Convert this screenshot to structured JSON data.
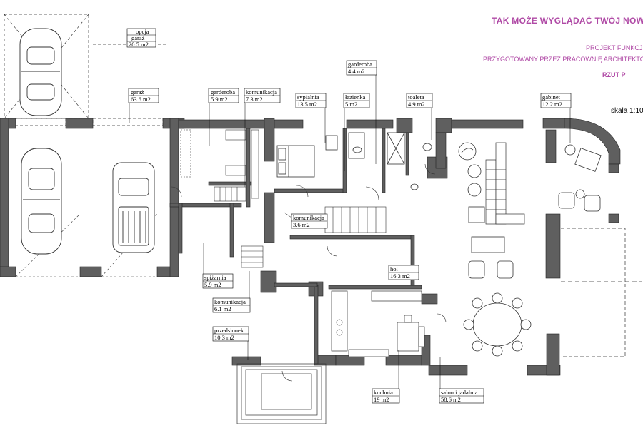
{
  "header": {
    "title": "TAK MOŻE WYGLĄDAĆ TWÓJ NOWY",
    "line1": "PROJEKT FUNKCJ",
    "line2": "PRZYGOTOWANY PRZEZ PRACOWNIĘ ARCHITEKTO",
    "line3": "RZUT P"
  },
  "scale": "skala 1:10",
  "rooms": {
    "opcja_garaz": {
      "name1": "opcja",
      "name2": "garaż",
      "area": "20.5 m2"
    },
    "garaz": {
      "name": "garaż",
      "area": "63.6 m2"
    },
    "garderoba1": {
      "name": "garderoba",
      "area": "5.9 m2"
    },
    "komunikacja1": {
      "name": "komunikacja",
      "area": "7.3 m2"
    },
    "sypialnia": {
      "name": "sypialnia",
      "area": "13.5 m2"
    },
    "garderoba2": {
      "name": "garderoba",
      "area": "4.4 m2"
    },
    "lazienka": {
      "name": "łazienka",
      "area": "5 m2"
    },
    "toaleta": {
      "name": "toaleta",
      "area": "4.9 m2"
    },
    "gabinet": {
      "name": "gabinet",
      "area": "12.2 m2"
    },
    "komunikacja2": {
      "name": "komunikacja",
      "area": "3.6 m2"
    },
    "hol": {
      "name": "hol",
      "area": "16.3 m2"
    },
    "spizarnia": {
      "name": "spiżarnia",
      "area": "5.9 m2"
    },
    "komunikacja3": {
      "name": "komunikacja",
      "area": "6.1 m2"
    },
    "przedsionek": {
      "name": "przedsionek",
      "area": "10.3 m2"
    },
    "kuchnia": {
      "name": "kuchnia",
      "area": "19 m2"
    },
    "salon": {
      "name": "salon i jadalnia",
      "area": "58.6 m2"
    }
  }
}
